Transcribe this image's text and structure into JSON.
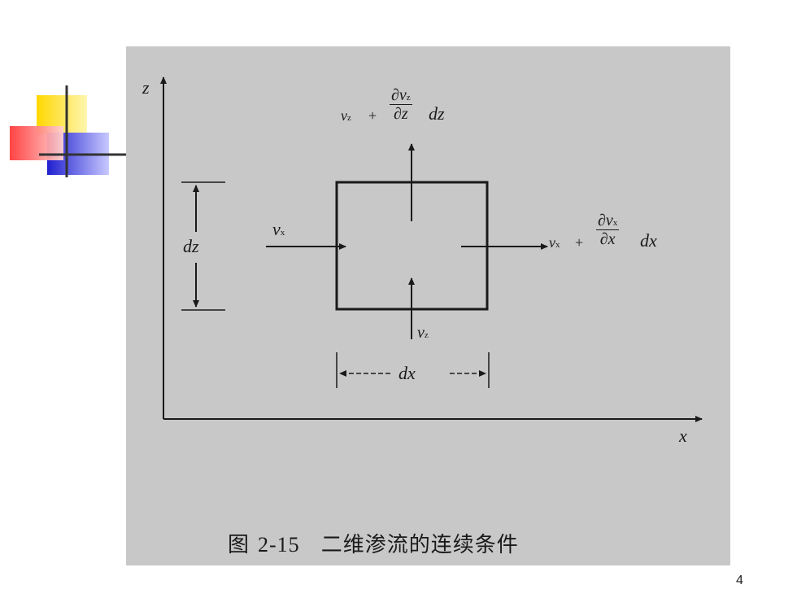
{
  "slide": {
    "page_number": "4"
  },
  "diagram": {
    "axis_z_label": "z",
    "axis_x_label": "x",
    "dz_dimension_label": "dz",
    "dx_dimension_label": "dx",
    "vx_in_label": "v",
    "vx_in_sub": "x",
    "vz_in_label": "v",
    "vz_in_sub": "z",
    "vz_out": {
      "prefix": "v",
      "prefix_sub": "z",
      "op": "+",
      "frac_num": "∂v",
      "frac_num_sub": "z",
      "frac_den": "∂z",
      "suffix": "dz"
    },
    "vx_out": {
      "prefix": "v",
      "prefix_sub": "x",
      "op": "+",
      "frac_num": "∂v",
      "frac_num_sub": "x",
      "frac_den": "∂x",
      "suffix": "dx"
    },
    "caption_prefix": "图",
    "caption_number": "2-15",
    "caption_text": "二维渗流的连续条件"
  },
  "colors": {
    "scan_background": "#c8c8c8",
    "line": "#1a1a1a",
    "deco_yellow": "#ffd700",
    "deco_red": "#ff4a4a",
    "deco_blue": "#2a2ad8"
  }
}
